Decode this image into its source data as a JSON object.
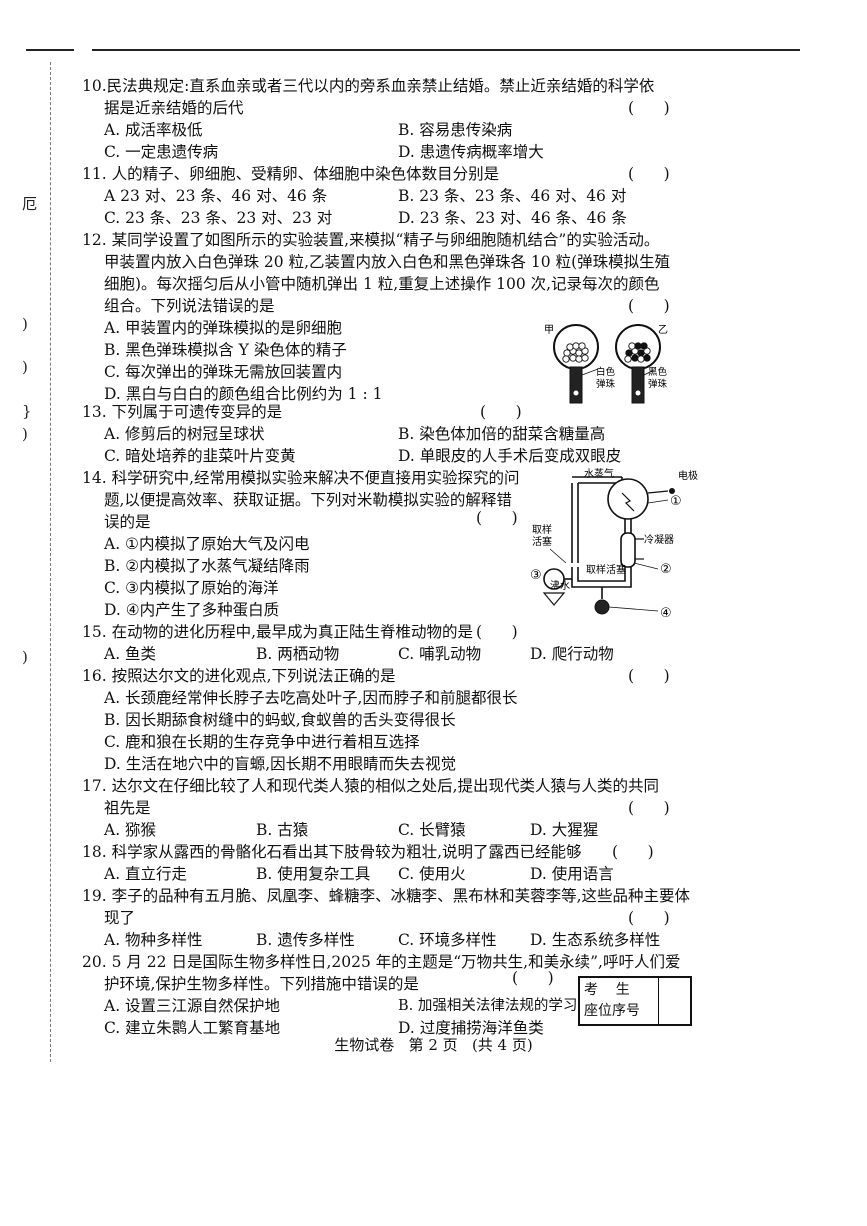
{
  "margin_marks": [
    "厄",
    ")",
    ")",
    "}",
    ")",
    ")"
  ],
  "questions": {
    "q10": {
      "stem": [
        "10.民法典规定:直系血亲或者三代以内的旁系血亲禁止结婚。禁止近亲结婚的科学依",
        "据是近亲结婚的后代"
      ],
      "blank": "(      )",
      "options": [
        "A. 成活率极低",
        "B. 容易患传染病",
        "C. 一定患遗传病",
        "D. 患遗传病概率增大"
      ]
    },
    "q11": {
      "stem": [
        "11. 人的精子、卵细胞、受精卵、体细胞中染色体数目分别是"
      ],
      "blank": "(      )",
      "options": [
        "A  23 对、23 条、46 对、46 条",
        "B. 23 条、23 条、46 对、46 对",
        "C. 23 条、23 条、23 对、23 对",
        "D. 23 条、23 对、46 条、46 条"
      ]
    },
    "q12": {
      "stem": [
        "12. 某同学设置了如图所示的实验装置,来模拟“精子与卵细胞随机结合”的实验活动。",
        "甲装置内放入白色弹珠 20 粒,乙装置内放入白色和黑色弹珠各 10 粒(弹珠模拟生殖",
        "细胞)。每次摇匀后从小管中随机弹出 1 粒,重复上述操作 100 次,记录每次的颜色",
        "组合。下列说法错误的是"
      ],
      "blank": "(      )",
      "options": [
        "A. 甲装置内的弹珠模拟的是卵细胞",
        "B. 黑色弹珠模拟含 Y 染色体的精子",
        "C. 每次弹出的弹珠无需放回装置内",
        "D. 黑白与白白的颜色组合比例约为 1 : 1"
      ],
      "figure": {
        "jia": "甲",
        "yi": "乙",
        "white": [
          "白色",
          "弹珠"
        ],
        "black": [
          "黑色",
          "弹珠"
        ]
      }
    },
    "q13": {
      "stem": [
        "13. 下列属于可遗传变异的是"
      ],
      "blank": "(      )",
      "options": [
        "A. 修剪后的树冠呈球状",
        "B. 染色体加倍的甜菜含糖量高",
        "C. 暗处培养的韭菜叶片变黄",
        "D. 单眼皮的人手术后变成双眼皮"
      ]
    },
    "q14": {
      "stem": [
        "14. 科学研究中,经常用模拟实验来解决不便直接用实验探究的问",
        "题,以便提高效率、获取证据。下列对米勒模拟实验的解释错",
        "误的是"
      ],
      "blank": "(      )",
      "options": [
        "A. ①内模拟了原始大气及闪电",
        "B. ②内模拟了水蒸气凝结降雨",
        "C. ③内模拟了原始的海洋",
        "D. ④内产生了多种蛋白质"
      ],
      "figure": {
        "steam": "水蒸气",
        "electrode": "电极",
        "condenser": "冷凝器",
        "sample1": [
          "取样",
          "活塞"
        ],
        "sample2": "取样活塞",
        "boiling": "沸水",
        "n1": "①",
        "n2": "②",
        "n3": "③",
        "n4": "④"
      }
    },
    "q15": {
      "stem": [
        "15. 在动物的进化历程中,最早成为真正陆生脊椎动物的是"
      ],
      "blank": "(      )",
      "options": [
        "A. 鱼类",
        "B. 两栖动物",
        "C. 哺乳动物",
        "D. 爬行动物"
      ]
    },
    "q16": {
      "stem": [
        "16. 按照达尔文的进化观点,下列说法正确的是"
      ],
      "blank": "(      )",
      "options": [
        "A. 长颈鹿经常伸长脖子去吃高处叶子,因而脖子和前腿都很长",
        "B. 因长期舔食树缝中的蚂蚁,食蚁兽的舌头变得很长",
        "C. 鹿和狼在长期的生存竞争中进行着相互选择",
        "D. 生活在地穴中的盲螈,因长期不用眼睛而失去视觉"
      ]
    },
    "q17": {
      "stem": [
        "17. 达尔文在仔细比较了人和现代类人猿的相似之处后,提出现代类人猿与人类的共同",
        "祖先是"
      ],
      "blank": "(      )",
      "options": [
        "A. 猕猴",
        "B. 古猿",
        "C. 长臂猿",
        "D. 大猩猩"
      ]
    },
    "q18": {
      "stem": [
        "18. 科学家从露西的骨骼化石看出其下肢骨较为粗壮,说明了露西已经能够"
      ],
      "blank": "(      )",
      "options": [
        "A. 直立行走",
        "B. 使用复杂工具",
        "C. 使用火",
        "D. 使用语言"
      ]
    },
    "q19": {
      "stem": [
        "19. 李子的品种有五月脆、凤凰李、蜂糖李、冰糖李、黑布林和芙蓉李等,这些品种主要体",
        "现了"
      ],
      "blank": "(      )",
      "options": [
        "A. 物种多样性",
        "B. 遗传多样性",
        "C. 环境多样性",
        "D. 生态系统多样性"
      ]
    },
    "q20": {
      "stem": [
        "20. 5 月 22 日是国际生物多样性日,2025 年的主题是“万物共生,和美永续”,呼吁人们爱",
        "护环境,保护生物多样性。下列措施中错误的是"
      ],
      "blank": "(      )",
      "options": [
        "A. 设置三江源自然保护地",
        "B. 加强相关法律法规的学习",
        "C. 建立朱鹮人工繁育基地",
        "D. 过度捕捞海洋鱼类"
      ]
    }
  },
  "seat_box": {
    "row1": "考    生",
    "row2": "座位序号"
  },
  "footer": "生物试卷   第 2 页   (共 4 页)"
}
